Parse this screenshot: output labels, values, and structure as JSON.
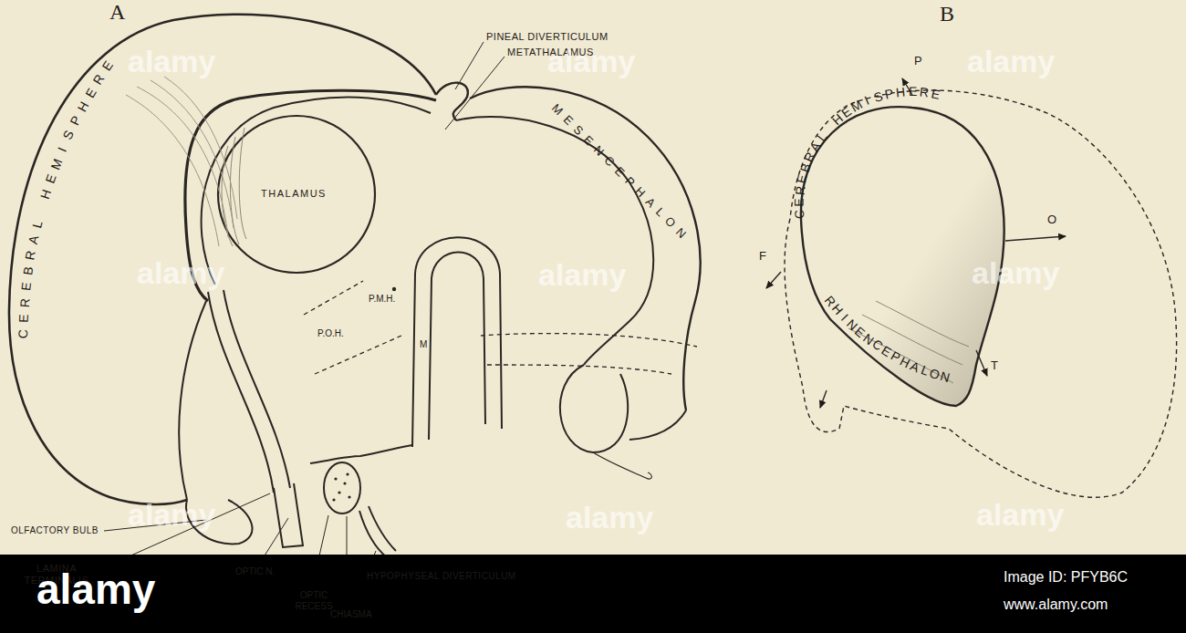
{
  "diagram": {
    "labels": [
      "A",
      "B",
      "CEREBRAL HEMISPHERE",
      "PINEAL DIVERTICULUM",
      "METATHALAMUS",
      "MESENCEPHALON",
      "THALAMUS",
      "P.M.H.",
      "P.O.H.",
      "M",
      "OLFACTORY BULB",
      "LAMINA TERMINALIS",
      "OPTIC N.",
      "OPTIC RECESS",
      "CHIASMA",
      "HYPOPHYSEAL DIVERTICULUM",
      "P",
      "F",
      "O",
      "T",
      "CEREBRAL HEMISPHERE",
      "RHINENCEPHALON",
      "alamy",
      "alamy",
      "alamy",
      "alamy",
      "alamy",
      "alamy",
      "alamy",
      "alamy",
      "alamy",
      "alamy",
      "Image ID: PFYB6C",
      "www.alamy.com"
    ]
  }
}
